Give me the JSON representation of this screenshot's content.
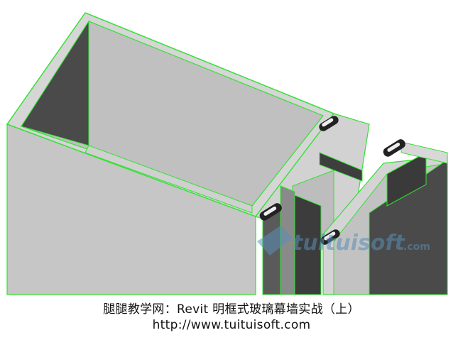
{
  "watermark": {
    "text": "tuituisoft",
    "suffix": ".com",
    "color": "#5a8fb8"
  },
  "caption": {
    "line1": "腿腿教学网：Revit 明框式玻璃幕墙实战（上）",
    "line2": "http://www.tuituisoft.com"
  },
  "colors": {
    "outline": "#35e035",
    "light": "#c0c0c0",
    "dark": "#4a4a4a",
    "frame": "#d2d2d2"
  }
}
